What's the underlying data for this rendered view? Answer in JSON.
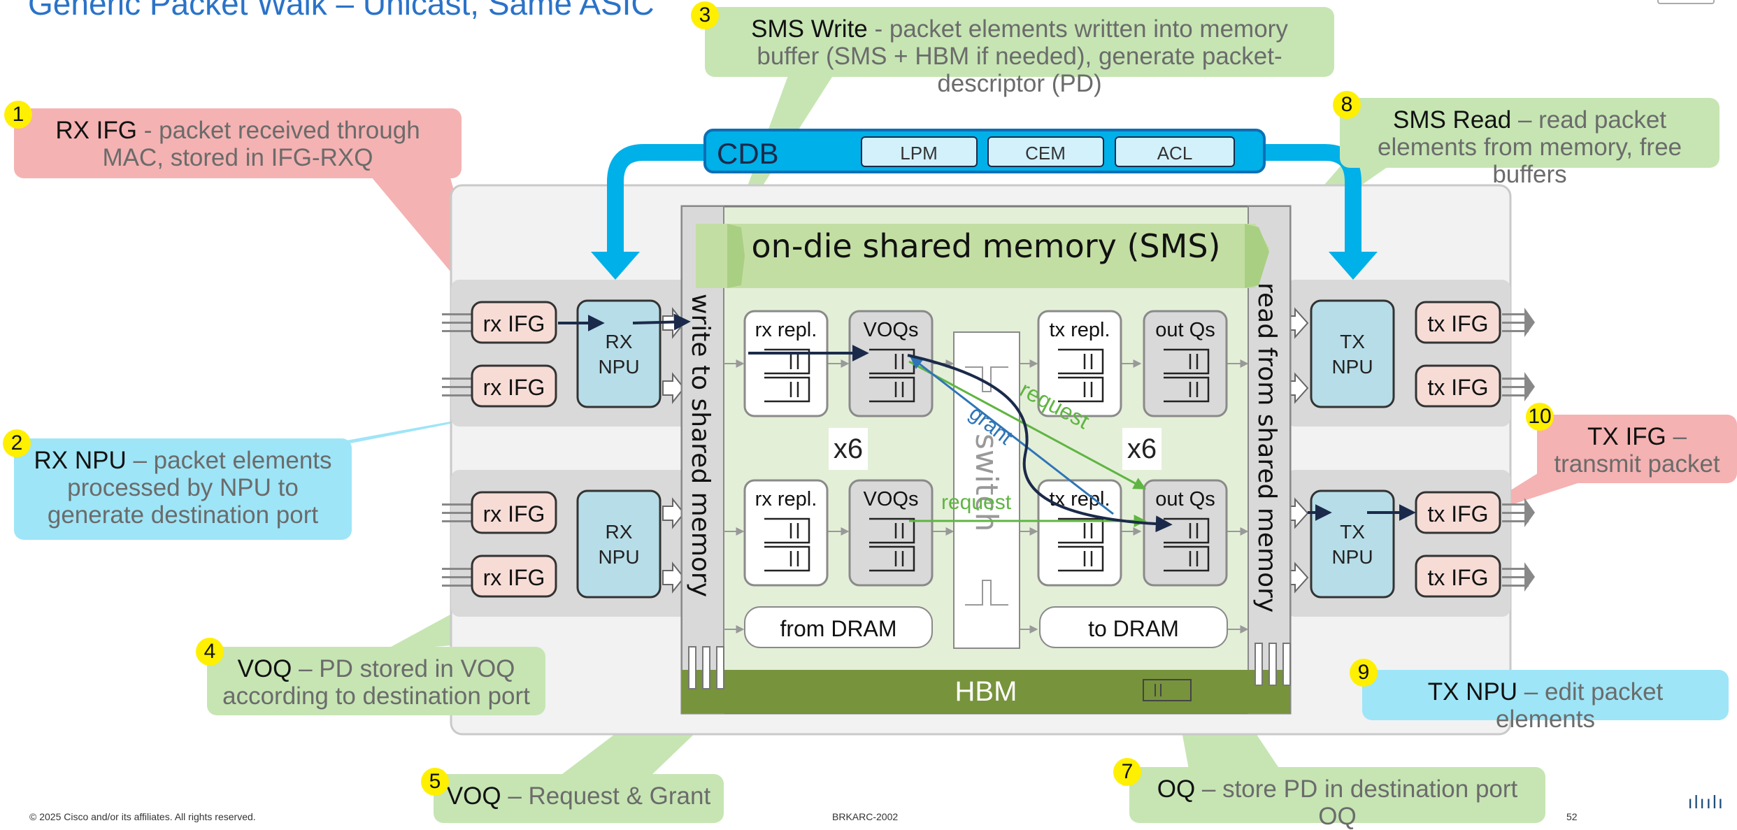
{
  "slide": {
    "title": "Generic Packet Walk – Unicast, Same ASIC",
    "footer_copyright": "© 2025 Cisco and/or its affiliates. All rights reserved.",
    "footer_session": "BRKARC-2002",
    "footer_page": "52",
    "logo_text": "ılıılı"
  },
  "callouts": [
    {
      "number": "1",
      "head": "RX IFG",
      "text": " - packet received through MAC, stored in IFG-RXQ"
    },
    {
      "number": "2",
      "head": "RX NPU",
      "text": " – packet elements processed by NPU to generate destination port"
    },
    {
      "number": "3",
      "head": "SMS Write",
      "text": " - packet elements written into memory buffer (SMS + HBM if needed), generate packet-descriptor (PD)"
    },
    {
      "number": "4",
      "head": "VOQ",
      "text": " – PD stored in VOQ according to destination port"
    },
    {
      "number": "5",
      "head": "VOQ",
      "text": " – Request & Grant"
    },
    {
      "number": "7",
      "head": "OQ",
      "text": " – store PD in destination port OQ"
    },
    {
      "number": "8",
      "head": "SMS Read",
      "text": " – read packet elements from memory, free buffers"
    },
    {
      "number": "9",
      "head": "TX NPU",
      "text": " – edit packet elements"
    },
    {
      "number": "10",
      "head": "TX IFG",
      "text": " – transmit packet"
    }
  ],
  "diagram": {
    "cdb": {
      "label": "CDB",
      "tables": [
        "LPM",
        "CEM",
        "ACL"
      ]
    },
    "sms_label": "on-die shared memory (SMS)",
    "hbm_label": "HBM",
    "write_label": "write to shared memory",
    "read_label": "read from shared memory",
    "switch_label": "switch",
    "rx_ifg_label": "rx IFG",
    "tx_ifg_label": "tx IFG",
    "rx_npu_label": [
      "RX",
      "NPU"
    ],
    "tx_npu_label": [
      "TX",
      "NPU"
    ],
    "rx_repl_label": "rx repl.",
    "voqs_label": "VOQs",
    "tx_repl_label": "tx repl.",
    "out_qs_label": "out Qs",
    "multiplier_label": "x6",
    "from_dram_label": "from DRAM",
    "to_dram_label": "to DRAM",
    "request_label": "request",
    "grant_label": "grant",
    "colors": {
      "cdb_blue": "#00b0e8",
      "sms_green": "#c3dea3",
      "hbm_green": "#77933c",
      "npu_blue": "#b7dde8",
      "ifg_pink": "#f7dcd6",
      "arrow_navy": "#1b2a4a",
      "request_green": "#5fb542",
      "grant_blue": "#2e75b6"
    }
  }
}
